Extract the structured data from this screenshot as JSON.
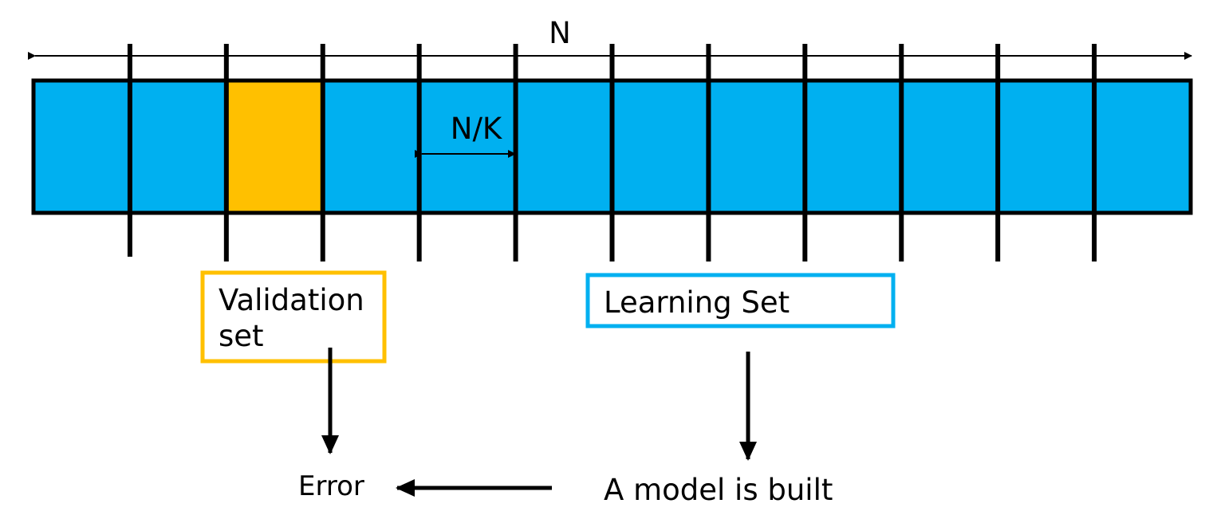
{
  "labels": {
    "total_size": "N",
    "fold_size": "N/K",
    "validation_line1": "Validation",
    "validation_line2": "set",
    "learning_set": "Learning Set",
    "error": "Error",
    "model_built": "A model is built"
  },
  "folds": {
    "count": 12,
    "validation_fold_index": 2
  },
  "colors": {
    "learning": "#00b0f0",
    "validation": "#ffc000",
    "line": "#000000",
    "background": "#ffffff"
  }
}
